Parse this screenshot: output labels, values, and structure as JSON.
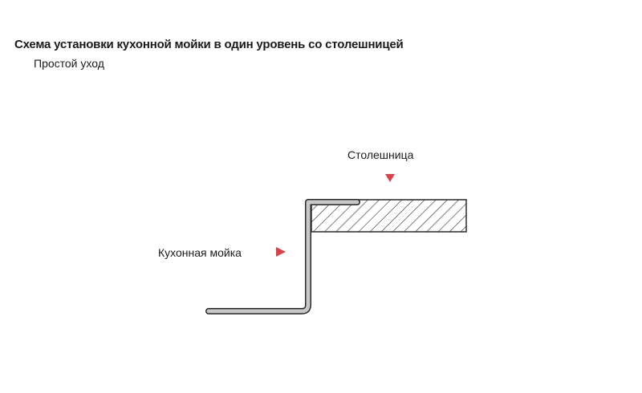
{
  "title": "Схема установки кухонной мойки в один уровень со столешницей",
  "subtitle": "Простой уход",
  "labels": {
    "countertop": "Столешница",
    "sink": "Кухонная мойка"
  },
  "colors": {
    "marker": "#d9414a",
    "outline": "#2a2a2a",
    "sink_fill": "#c8c8c8"
  }
}
